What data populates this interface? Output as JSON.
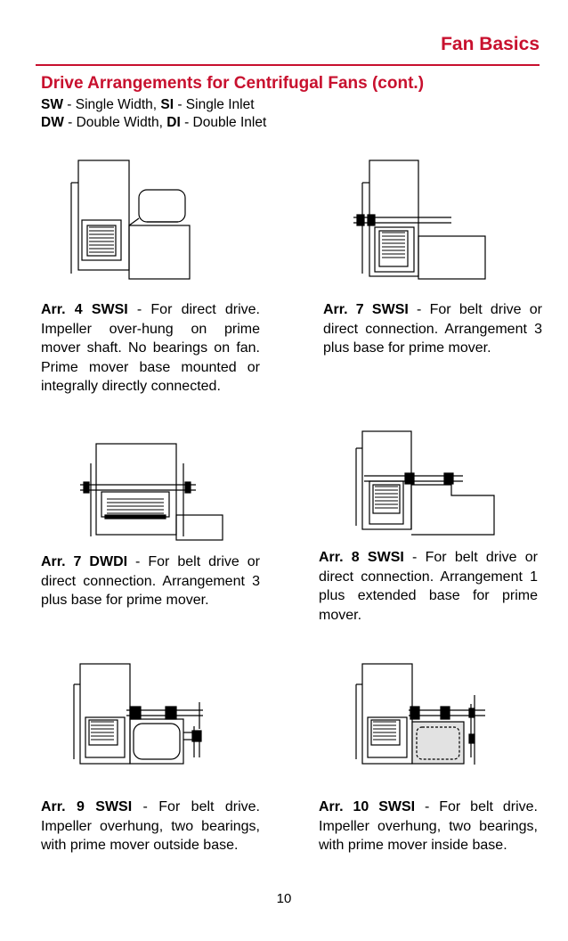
{
  "header": {
    "title": "Fan Basics"
  },
  "section": {
    "title": "Drive Arrangements for Centrifugal Fans (cont.)"
  },
  "abbreviations": [
    {
      "code1": "SW",
      "text1": " - Single Width, ",
      "code2": "SI",
      "text2": " - Single Inlet"
    },
    {
      "code1": "DW",
      "text1": " - Double Width, ",
      "code2": "DI",
      "text2": " - Double Inlet"
    }
  ],
  "arrangements": [
    {
      "label": "Arr. 4 SWSI",
      "desc": " - For direct drive. Impeller over-hung on prime mover shaft. No bearings on fan. Prime mover base mounted or integrally directly connected."
    },
    {
      "label": "Arr. 7 SWSI",
      "desc": " - For belt drive or direct connection. Arrangement 3 plus base for prime mover."
    },
    {
      "label": "Arr. 7 DWDI",
      "desc": " - For belt drive or direct connection. Arrangement 3 plus base for prime mover."
    },
    {
      "label": "Arr. 8 SWSI",
      "desc": " - For belt drive or direct connection. Arrangement 1 plus extended base for prime mover."
    },
    {
      "label": "Arr. 9 SWSI",
      "desc": " - For belt drive. Impeller overhung, two bearings, with prime mover outside base."
    },
    {
      "label": "Arr. 10 SWSI",
      "desc": " - For belt drive. Impeller overhung, two bearings, with prime mover inside base."
    }
  ],
  "page_number": "10"
}
